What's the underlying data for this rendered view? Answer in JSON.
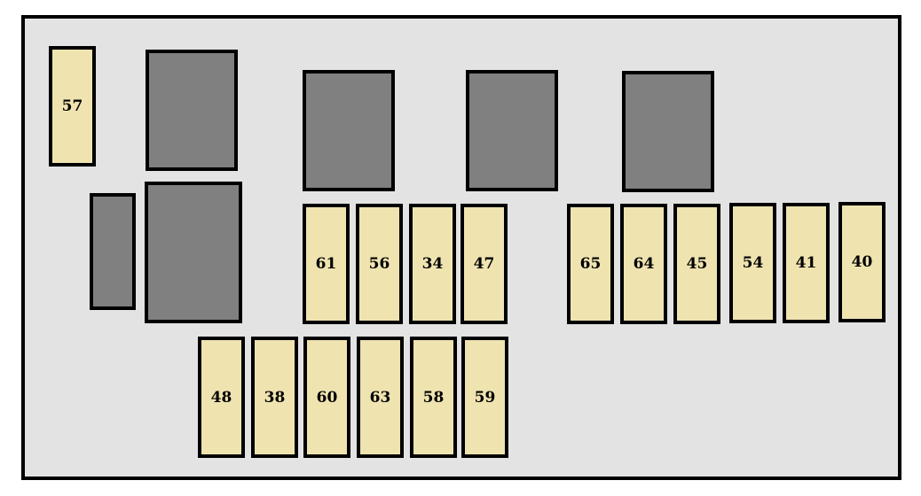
{
  "colors": {
    "panel_background": "#e3e3e3",
    "border": "#000000",
    "fuse_fill": "#efe3b0",
    "relay_fill": "#808080",
    "label_text": "#000000"
  },
  "fuses": {
    "f57": "57",
    "f61": "61",
    "f56": "56",
    "f34": "34",
    "f47": "47",
    "f65": "65",
    "f64": "64",
    "f45": "45",
    "f54": "54",
    "f41": "41",
    "f40": "40",
    "f48": "48",
    "f38": "38",
    "f60": "60",
    "f63": "63",
    "f58": "58",
    "f59": "59"
  }
}
